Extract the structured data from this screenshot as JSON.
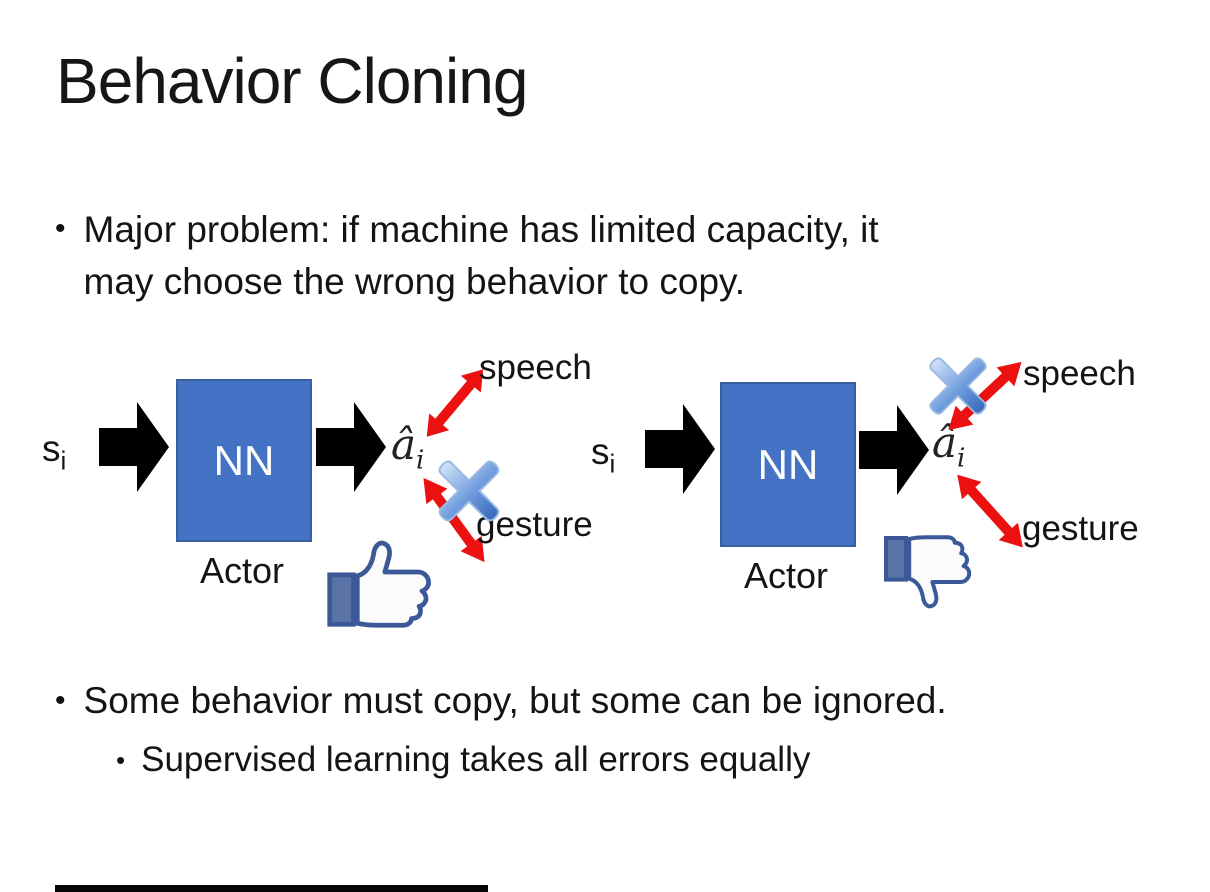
{
  "slide": {
    "title": "Behavior Cloning",
    "bullet1_line1": "Major problem: if machine has limited capacity, it",
    "bullet1_line2": "may choose the wrong behavior to copy.",
    "bullet2": "Some behavior must copy, but some can be ignored.",
    "sub_bullet": "Supervised learning takes all errors equally"
  },
  "diagram_left": {
    "input_label": "s",
    "input_sub": "i",
    "box_label": "NN",
    "box_caption": "Actor",
    "output_label": "â",
    "output_sub": "i",
    "arrow_up_label": "speech",
    "arrow_down_label": "gesture",
    "crossed_out": "gesture",
    "feedback_icon": "thumbs-up-icon"
  },
  "diagram_right": {
    "input_label": "s",
    "input_sub": "i",
    "box_label": "NN",
    "box_caption": "Actor",
    "output_label": "â",
    "output_sub": "i",
    "arrow_up_label": "speech",
    "arrow_down_label": "gesture",
    "crossed_out": "speech",
    "feedback_icon": "thumbs-down-icon"
  },
  "colors": {
    "box-blue": "#4472C4",
    "box-border": "#3A5F9E",
    "arrow-red": "#EC1111",
    "cross-light": "#DCEAFB",
    "cross-mid": "#6E9BDD",
    "cross-dark": "#2F62B5",
    "cross-edge": "#9BB9E2",
    "fb-navy": "#3B5998",
    "fb-cuff": "#5B74A8"
  }
}
